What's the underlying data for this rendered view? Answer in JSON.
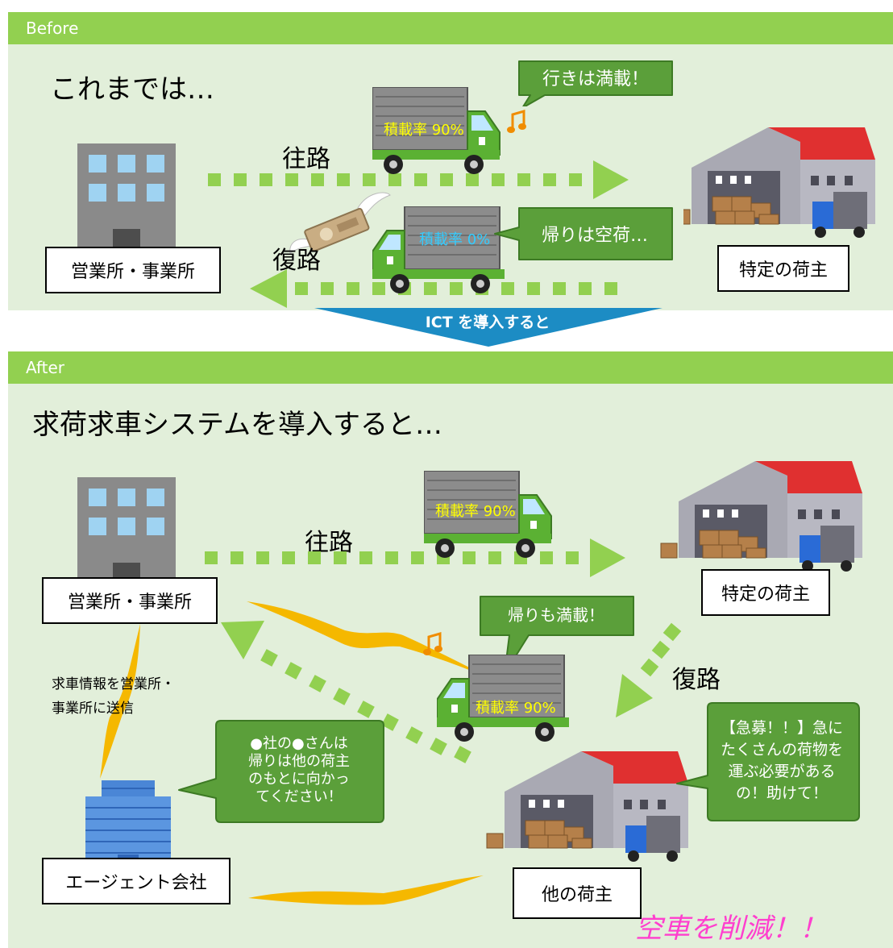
{
  "before": {
    "header": "Before",
    "title": "これまでは…",
    "office_label": "営業所・事業所",
    "shipper_label": "特定の荷主",
    "outbound_label": "往路",
    "return_label": "復路",
    "outbound_load": "積載率 90%",
    "return_load": "積載率 0%",
    "outbound_bubble": "行きは満載！",
    "return_bubble": "帰りは空荷…"
  },
  "transition": {
    "label": "ICT を導入すると"
  },
  "after": {
    "header": "After",
    "title": "求荷求車システムを導入すると…",
    "office_label": "営業所・事業所",
    "shipper_label": "特定の荷主",
    "other_shipper_label": "他の荷主",
    "agent_label": "エージェント会社",
    "outbound_label": "往路",
    "return_label": "復路",
    "outbound_load": "積載率 90%",
    "return_load": "積載率 90%",
    "return_bubble": "帰りも満載！",
    "agent_bubble": [
      "●社の●さんは",
      "帰りは他の荷主",
      "のもとに向かっ",
      "てください！"
    ],
    "shipper_bubble": [
      "【急募！！】急に",
      "たくさんの荷物を",
      "運ぶ必要がある",
      "の！助けて！"
    ],
    "note": [
      "求車情報を営業所・",
      "事業所に送信"
    ],
    "result": "空車を削減！！"
  },
  "colors": {
    "panel_bg": "#e2efda",
    "header_bg": "#92d050",
    "arrow": "#92d050",
    "bubble": "#5b9f3a",
    "ict_band": "#1c8cc4",
    "signal": "#f5b800",
    "result_text": "#ff3fce",
    "load_text_yellow": "#ffff00",
    "load_text_cyan": "#33ccff"
  },
  "icons": [
    "office-building-icon",
    "warehouse-icon",
    "truck-icon",
    "flying-money-icon",
    "music-note-icon",
    "agent-building-icon",
    "signal-zigzag-icon"
  ]
}
